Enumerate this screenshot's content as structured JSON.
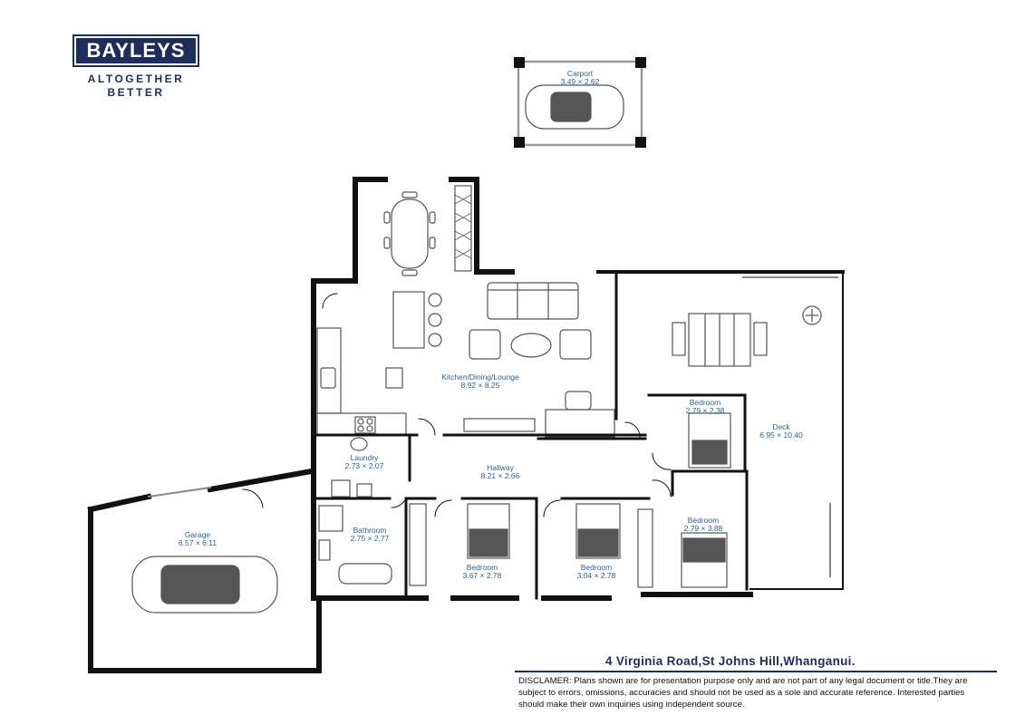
{
  "logo": {
    "brand": "BAYLEYS",
    "tagline_1": "ALTOGETHER",
    "tagline_2": "BETTER",
    "brand_color": "#1f2d5a"
  },
  "rooms": {
    "carport": {
      "name": "Carport",
      "dims": "3.49 × 2.62"
    },
    "kitchen": {
      "name": "Kitchen/Dining/Lounge",
      "dims": "8.92 × 8.25"
    },
    "deck": {
      "name": "Deck",
      "dims": "6.95 × 10.40"
    },
    "bedroom_ne": {
      "name": "Bedroom",
      "dims": "2.79 × 2.38"
    },
    "laundry": {
      "name": "Laundry",
      "dims": "2.73 × 2.07"
    },
    "hallway": {
      "name": "Hallway",
      "dims": "8.21 × 2.66"
    },
    "garage": {
      "name": "Garage",
      "dims": "6.57 × 6.11"
    },
    "bathroom": {
      "name": "Bathroom",
      "dims": "2.75 × 2.77"
    },
    "bedroom_1": {
      "name": "Bedroom",
      "dims": "3.67 × 2.78"
    },
    "bedroom_2": {
      "name": "Bedroom",
      "dims": "3.04 × 2.78"
    },
    "bedroom_se": {
      "name": "Bedroom",
      "dims": "2.79 × 3.88"
    }
  },
  "address": "4 Virginia Road,St Johns Hill,Whanganui.",
  "disclaimer": "DISCLAMER: Plans shown are for presentation purpose only and are not part of any legal document or title.They are subject to errors, omissions, accuracies and should not be used as a sole and accurate reference. Interested parties should make their own inquiries using independent source.",
  "colors": {
    "label": "#2e5f8f",
    "wall": "#111111",
    "furniture": "#555555"
  }
}
